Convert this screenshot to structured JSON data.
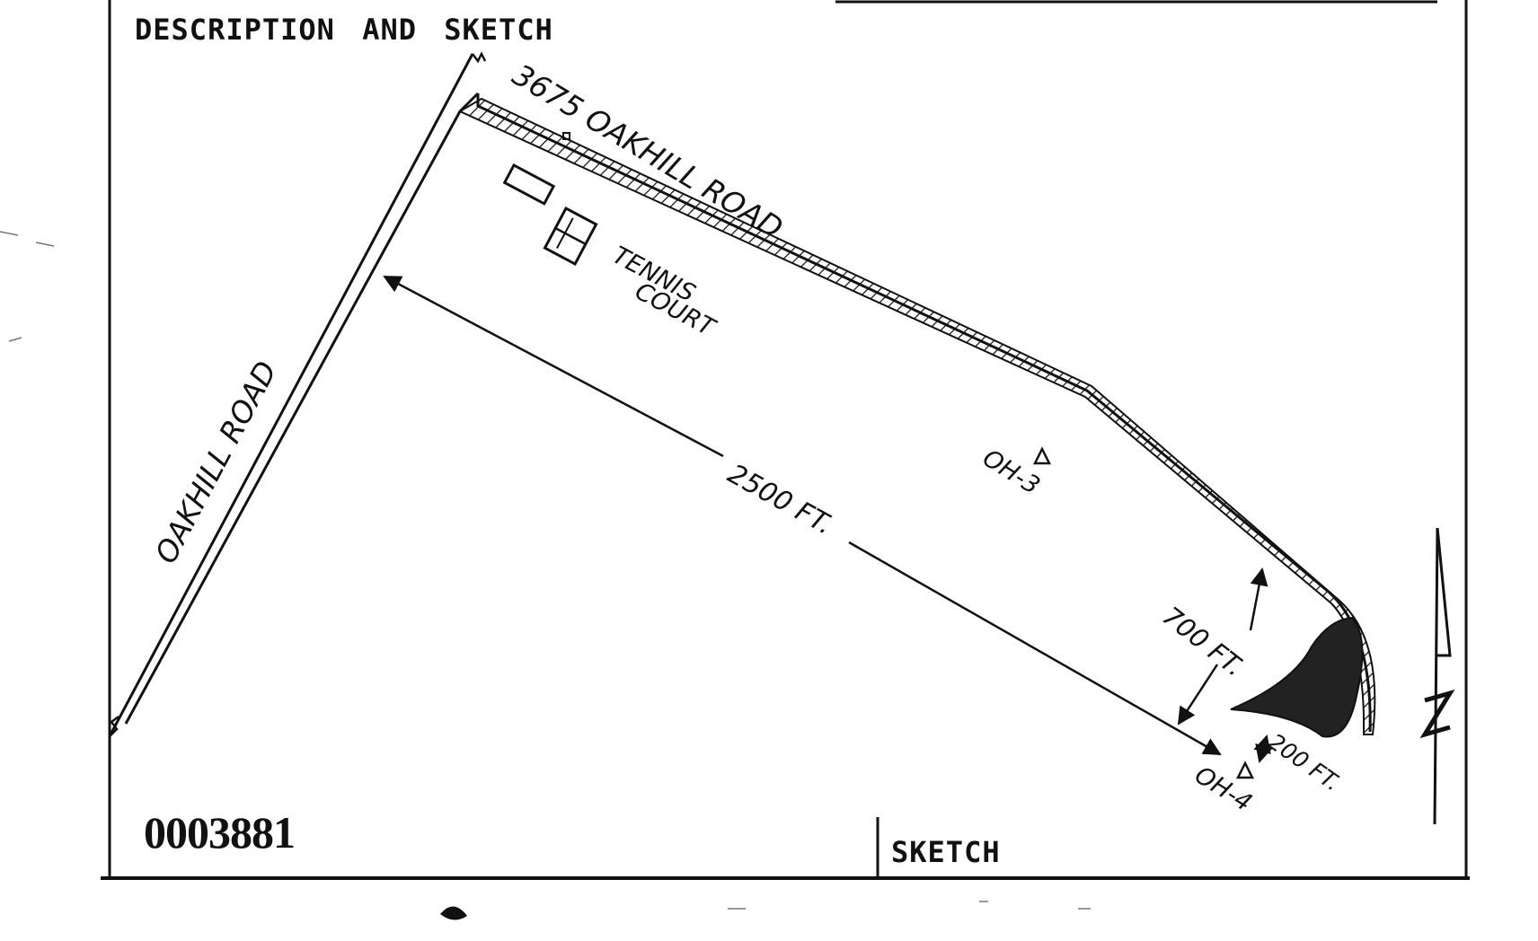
{
  "header": {
    "title": "DESCRIPTION AND SKETCH"
  },
  "document_number": "0003881",
  "section_label": "SKETCH",
  "sketch": {
    "road_address": "3675 OAKHILL ROAD",
    "side_road": "OAKHILL ROAD",
    "tennis_court_line1": "TENNIS",
    "tennis_court_line2": "COURT",
    "distance_long": "2500 FT.",
    "distance_cross": "700 FT.",
    "distance_short": "200 FT.",
    "station_3": "OH-3",
    "station_4": "OH-4"
  },
  "colors": {
    "ink": "#111111",
    "paper": "#ffffff"
  }
}
